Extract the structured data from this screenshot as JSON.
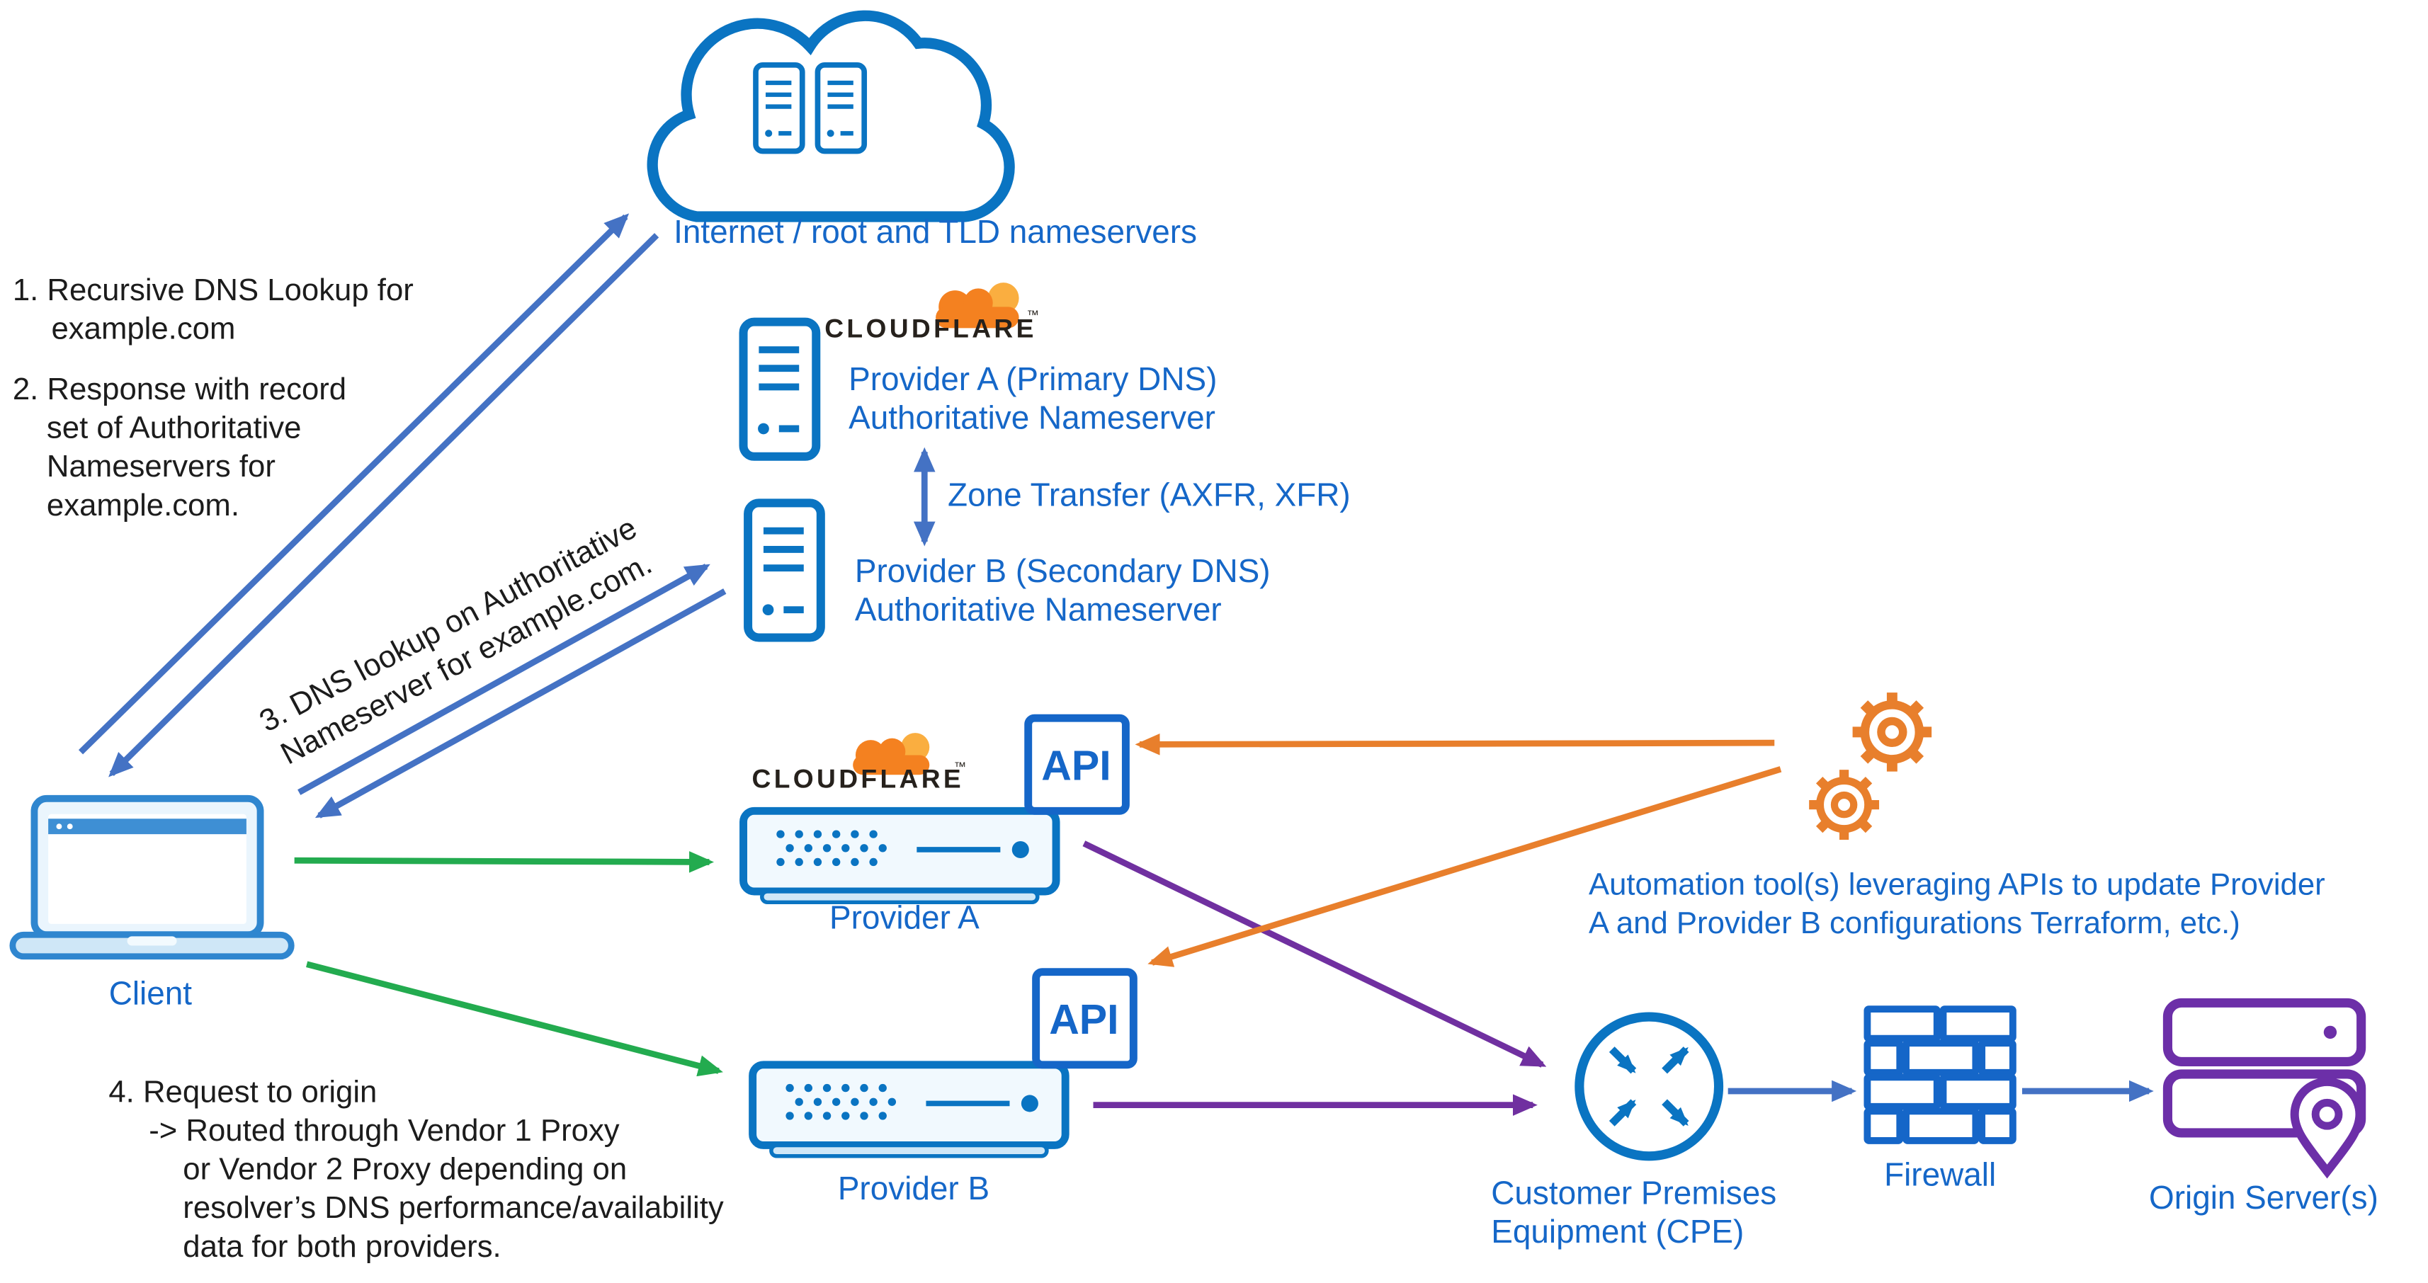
{
  "diagram": {
    "internet": {
      "label": "Internet / root and TLD nameservers"
    },
    "cloudflare": {
      "wordmark": "CLOUDFLARE",
      "tm": "™"
    },
    "provider_a_ns": {
      "line1": "Provider A  (Primary DNS)",
      "line2": "Authoritative Nameserver"
    },
    "zone_transfer": {
      "label": "Zone Transfer (AXFR, XFR)"
    },
    "provider_b_ns": {
      "line1": "Provider B  (Secondary DNS)",
      "line2": "Authoritative Nameserver"
    },
    "client": {
      "label": "Client"
    },
    "provider_a_proxy": {
      "label": "Provider A",
      "api": "API"
    },
    "provider_b_proxy": {
      "label": "Provider B",
      "api": "API"
    },
    "automation": {
      "line1": "Automation tool(s)  leveraging APIs to update Provider",
      "line2": "A and Provider B configurations Terraform, etc.)"
    },
    "cpe": {
      "line1": "Customer Premises",
      "line2": "Equipment (CPE)"
    },
    "firewall": {
      "label": "Firewall"
    },
    "origin": {
      "label": "Origin Server(s)"
    }
  },
  "annotations": {
    "step1": {
      "line1": "1. Recursive DNS Lookup for",
      "line2": "example.com"
    },
    "step2": {
      "line1": "2. Response with record",
      "line2": "set of Authoritative",
      "line3": "Nameservers for",
      "line4": "example.com."
    },
    "step3": {
      "line1": "3. DNS lookup on Authoritative",
      "line2": "Nameserver for example.com."
    },
    "step4": {
      "line1": "4. Request to origin",
      "line2": "-> Routed through Vendor 1 Proxy",
      "line3": "or Vendor 2 Proxy depending on",
      "line4": "resolver’s DNS performance/availability",
      "line5": "data for both providers."
    }
  },
  "colors": {
    "icon_blue": "#0a74c2",
    "text_blue": "#1567c8",
    "arrow_blue": "#4472c4",
    "green": "#23ab4f",
    "purple": "#7030a0",
    "orange": "#e87f2c",
    "cloudflare_orange": "#f48120",
    "cloudflare_light_orange": "#faae40"
  }
}
